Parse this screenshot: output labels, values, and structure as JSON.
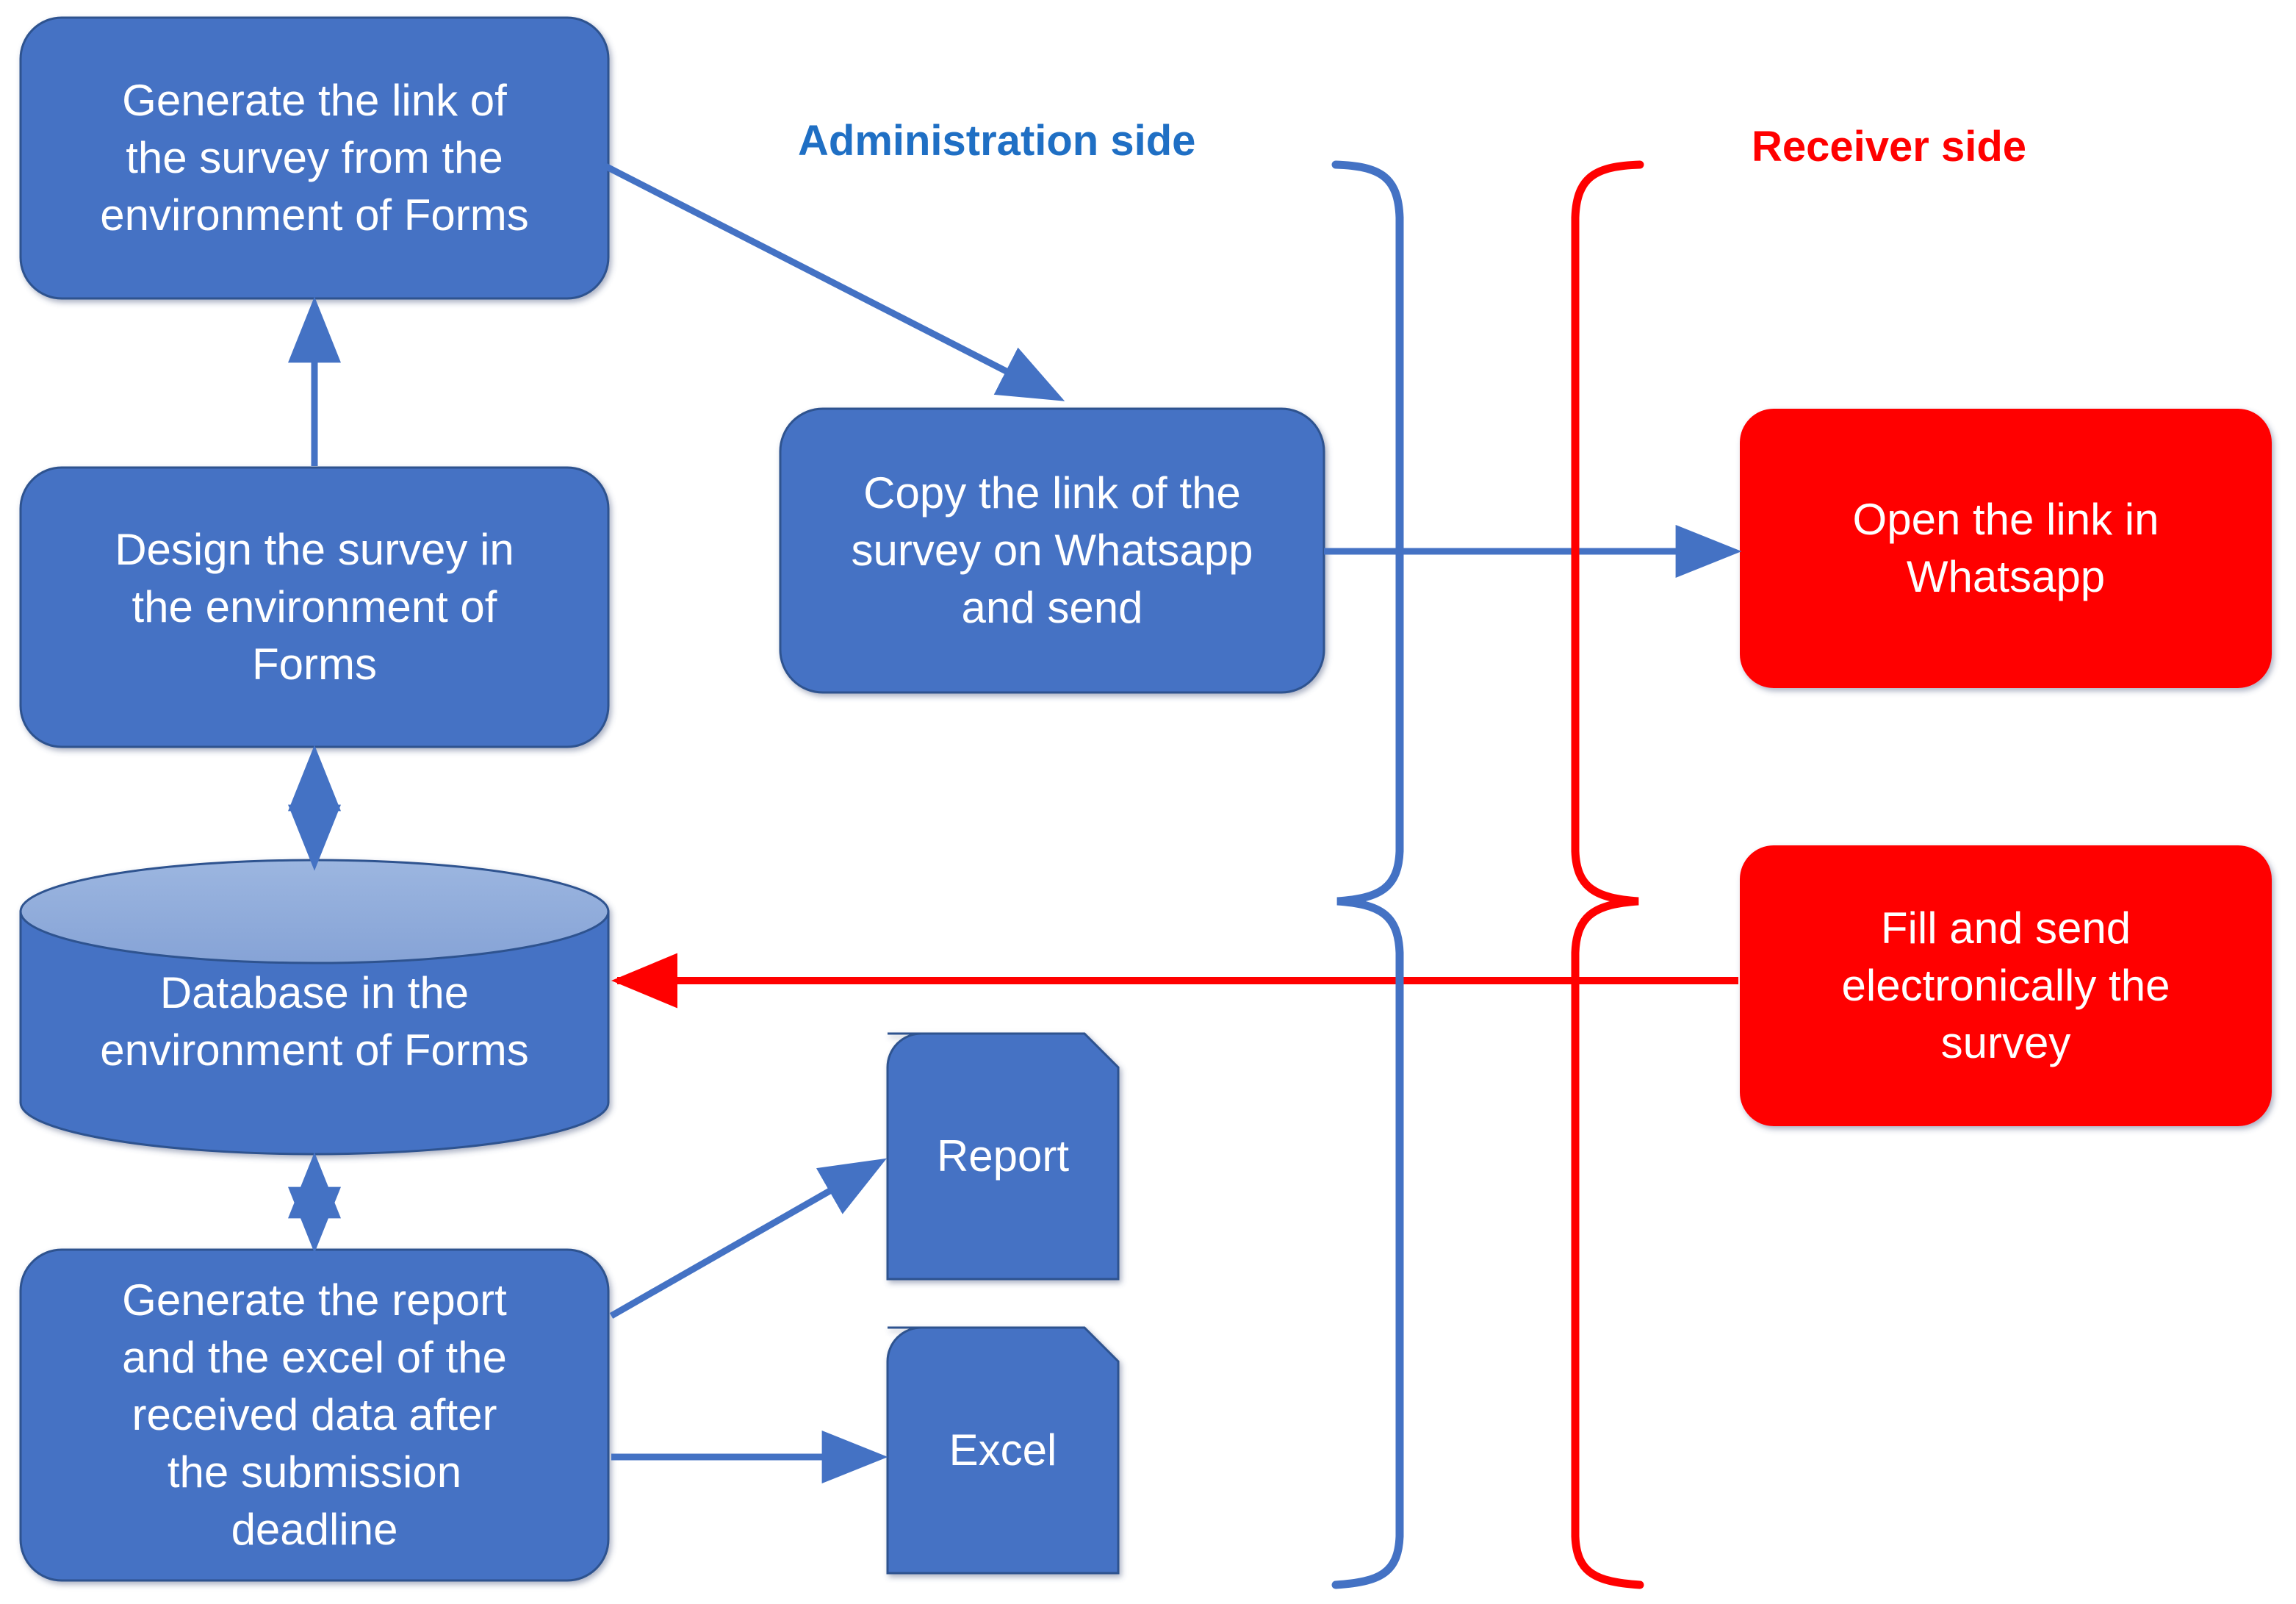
{
  "diagram": {
    "title": "Survey workflow between Administration side and Receiver side",
    "background_color": "#ffffff",
    "colors": {
      "blue_fill": "#4472C4",
      "blue_fill_dark_edge": "#2E528F",
      "blue_cylinder_top": "#8FAADC",
      "blue_line": "#4472C4",
      "blue_text": "#1F6FC4",
      "red_fill": "#FF0000",
      "red_line": "#FF0000",
      "red_text": "#FF0000",
      "node_text": "#FFFFFF"
    },
    "swimlane_labels": [
      {
        "id": "administration",
        "text": "Administration side",
        "color": "#1F6FC4"
      },
      {
        "id": "receiver",
        "text": "Receiver side",
        "color": "#FF0000"
      }
    ],
    "nodes": [
      {
        "id": "generate-link",
        "shape": "rounded-rectangle",
        "side": "administration",
        "text": "Generate the link of\nthe survey from the\nenvironment of Forms"
      },
      {
        "id": "design-survey",
        "shape": "rounded-rectangle",
        "side": "administration",
        "text": "Design the survey in\nthe environment of\nForms"
      },
      {
        "id": "database",
        "shape": "cylinder",
        "side": "administration",
        "text": "Database in the\nenvironment of Forms"
      },
      {
        "id": "generate-report",
        "shape": "rounded-rectangle",
        "side": "administration",
        "text": "Generate the report\nand the excel of the\nreceived data after\nthe submission\ndeadline"
      },
      {
        "id": "copy-link",
        "shape": "rounded-rectangle",
        "side": "administration",
        "text": "Copy the link of the\nsurvey on Whatsapp\nand send"
      },
      {
        "id": "report-doc",
        "shape": "document-cut-corner",
        "side": "administration",
        "text": "Report"
      },
      {
        "id": "excel-doc",
        "shape": "document-cut-corner",
        "side": "administration",
        "text": "Excel"
      },
      {
        "id": "open-link",
        "shape": "rounded-rectangle",
        "side": "receiver",
        "text": "Open the link in\nWhatsapp"
      },
      {
        "id": "fill-send",
        "shape": "rounded-rectangle",
        "side": "receiver",
        "text": "Fill and send\nelectronically the\nsurvey"
      }
    ],
    "connectors": [
      {
        "id": "design-to-generate-link",
        "from": "design-survey",
        "to": "generate-link",
        "color": "#4472C4",
        "arrow": "single"
      },
      {
        "id": "database-to-design",
        "from": "database",
        "to": "design-survey",
        "color": "#4472C4",
        "arrow": "double"
      },
      {
        "id": "database-to-generate-report",
        "from": "database",
        "to": "generate-report",
        "color": "#4472C4",
        "arrow": "double"
      },
      {
        "id": "generate-link-to-copy-link",
        "from": "generate-link",
        "to": "copy-link",
        "color": "#4472C4",
        "arrow": "single"
      },
      {
        "id": "copy-link-to-open-link",
        "from": "copy-link",
        "to": "open-link",
        "color": "#4472C4",
        "arrow": "single"
      },
      {
        "id": "fill-send-to-database",
        "from": "fill-send",
        "to": "database",
        "color": "#FF0000",
        "arrow": "single"
      },
      {
        "id": "generate-report-to-report",
        "from": "generate-report",
        "to": "report-doc",
        "color": "#4472C4",
        "arrow": "single"
      },
      {
        "id": "generate-report-to-excel",
        "from": "generate-report",
        "to": "excel-doc",
        "color": "#4472C4",
        "arrow": "single"
      }
    ],
    "braces": [
      {
        "id": "administration-brace",
        "color": "#4472C4",
        "direction": "right-facing"
      },
      {
        "id": "receiver-brace",
        "color": "#FF0000",
        "direction": "left-facing"
      }
    ]
  }
}
